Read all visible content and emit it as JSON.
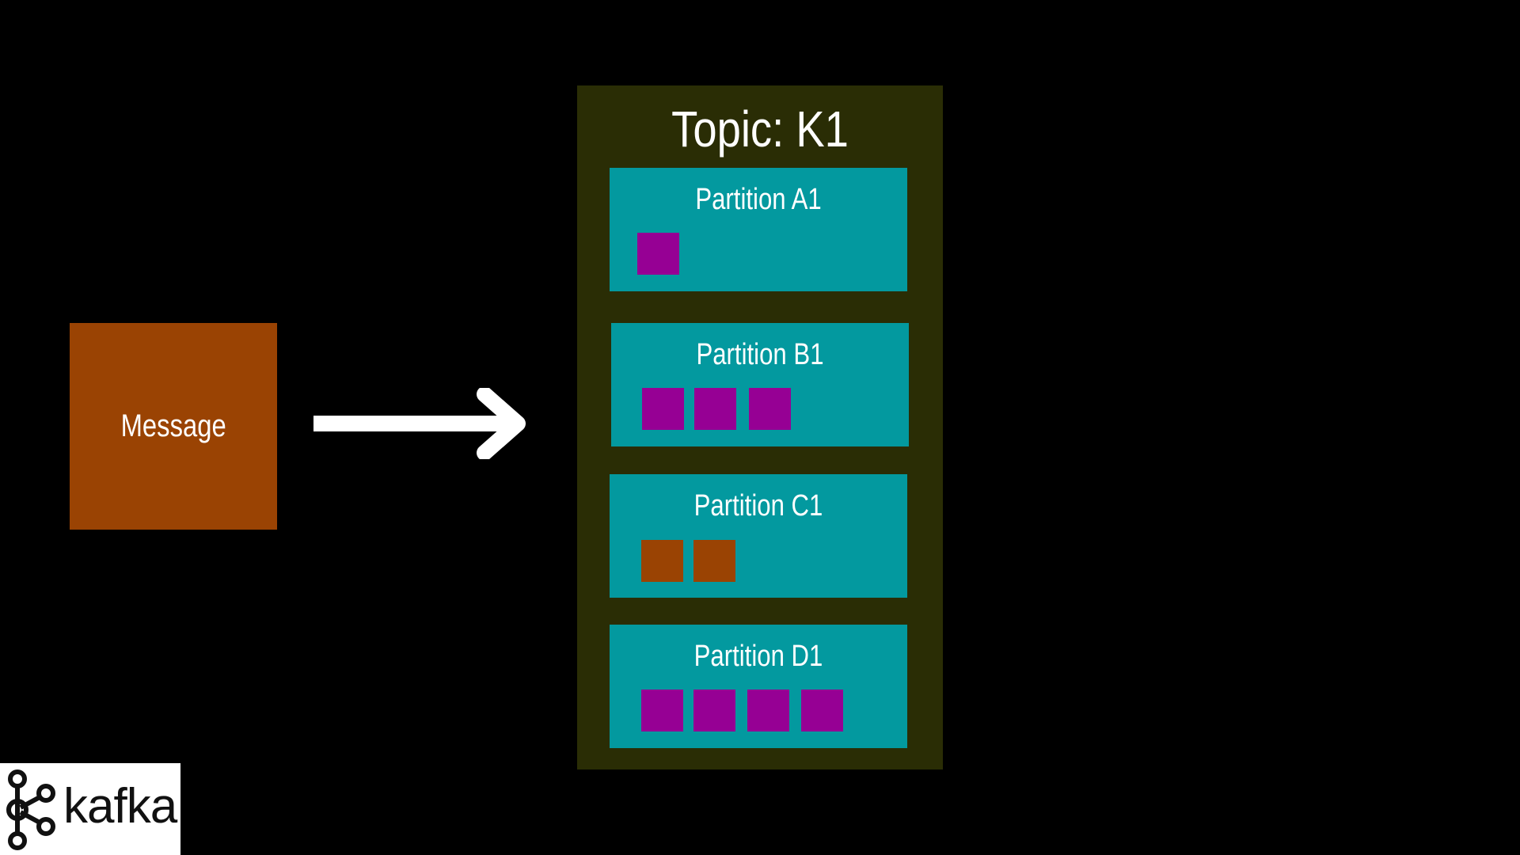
{
  "message": {
    "label": "Message"
  },
  "topic": {
    "title": "Topic: K1",
    "partitions": [
      {
        "label": "Partition A1",
        "messages": 1,
        "color": "#960094"
      },
      {
        "label": "Partition B1",
        "messages": 3,
        "color": "#960094"
      },
      {
        "label": "Partition C1",
        "messages": 2,
        "color": "#9a4303"
      },
      {
        "label": "Partition D1",
        "messages": 4,
        "color": "#960094"
      }
    ]
  },
  "logo": {
    "text": "kafka",
    "icon": "kafka-logo-icon"
  },
  "colors": {
    "background": "#000000",
    "message": "#9a4303",
    "topic": "#2a2d05",
    "partition": "#03999f",
    "partition_message": "#960094",
    "arrow": "#ffffff"
  }
}
